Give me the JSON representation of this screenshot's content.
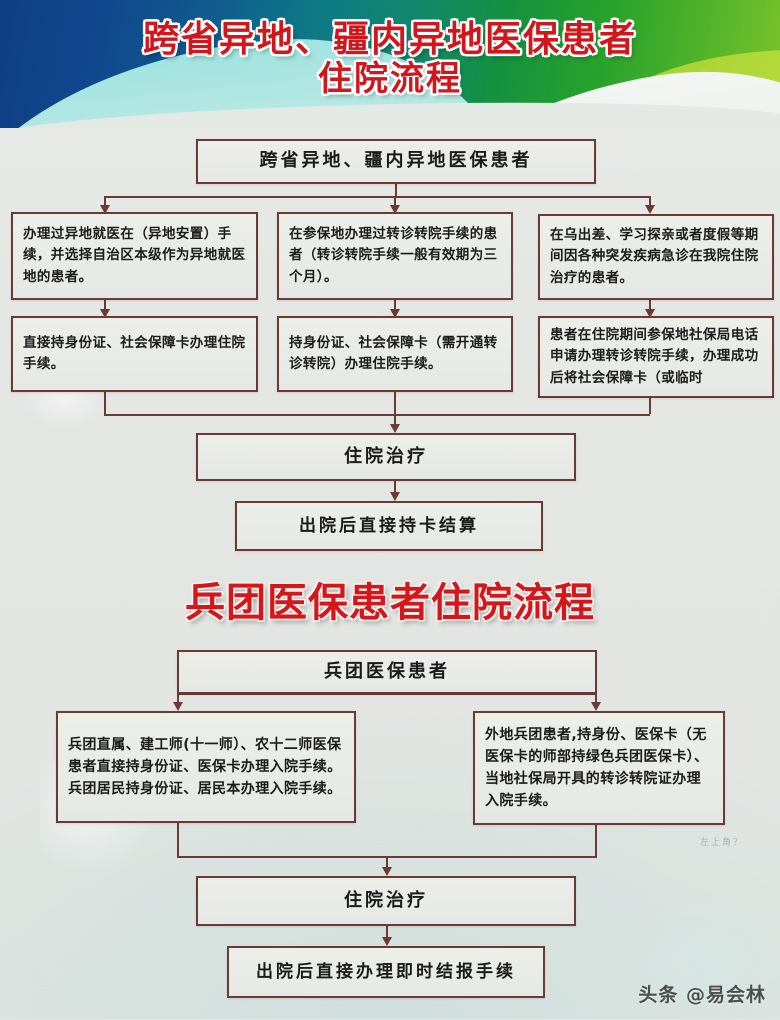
{
  "poster": {
    "main_title_line1": "跨省异地、疆内异地医保患者",
    "main_title_line2": "住院流程",
    "section2_title": "兵团医保患者住院流程",
    "watermark": "头条 @易会林",
    "smudge_text": "左上角？",
    "colors": {
      "title_red": "#d2161c",
      "box_border": "#6b3a33",
      "box_fill": "#eceeea",
      "banner_blue": "#0f3f84",
      "banner_green": "#27a22c",
      "banner_lime": "#9ccf2a",
      "banner_teal": "#9fe3e0"
    }
  },
  "flow1": {
    "root": "跨省异地、疆内异地医保患者",
    "row2": [
      "办理过异地就医在（异地安置）手续，并选择自治区本级作为异地就医地的患者。",
      "在参保地办理过转诊转院手续的患者（转诊转院手续一般有效期为三个月）。",
      "在乌出差、学习探亲或者度假等期间因各种突发疾病急诊在我院住院治疗的患者。"
    ],
    "row3": [
      "直接持身份证、社会保障卡办理住院手续。",
      "持身份证、社会保障卡（需开通转诊转院）办理住院手续。",
      "患者在住院期间参保地社保局电话申请办理转诊转院手续，办理成功后将社会保障卡（或临时"
    ],
    "treatment": "住院治疗",
    "settlement": "出院后直接持卡结算"
  },
  "flow2": {
    "root": "兵团医保患者",
    "branches": [
      "兵团直属、建工师(十一师）、农十二师医保患者直接持身份证、医保卡办理入院手续。兵团居民持身份证、居民本办理入院手续。",
      "外地兵团患者,持身份、医保卡（无医保卡的师部持绿色兵团医保卡）、当地社保局开具的转诊转院证办理入院手续。"
    ],
    "treatment": "住院治疗",
    "settlement": "出院后直接办理即时结报手续"
  }
}
